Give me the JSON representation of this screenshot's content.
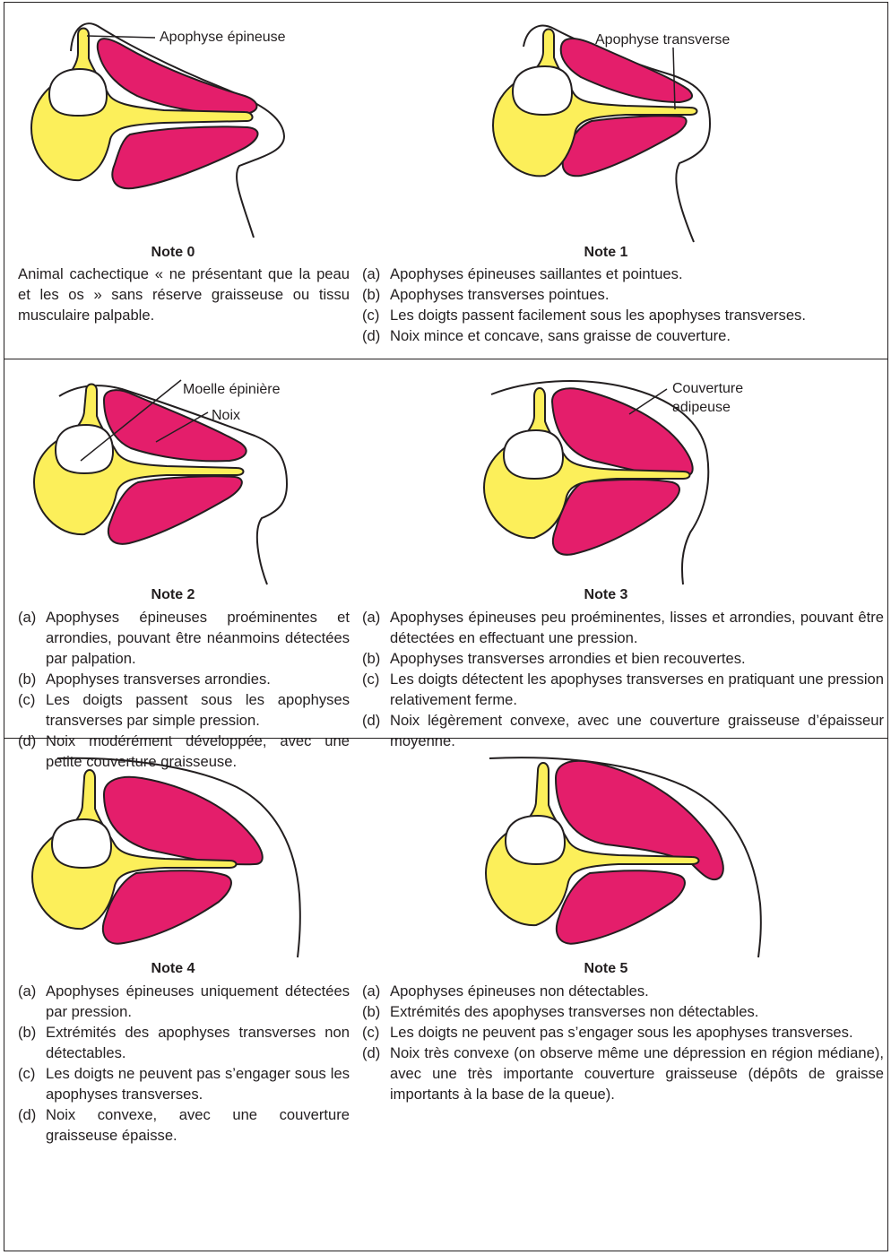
{
  "colors": {
    "bone": "#fcef5a",
    "muscle": "#e41e6b",
    "outline": "#231f20"
  },
  "labels": {
    "spinous": "Apophyse épineuse",
    "transverse": "Apophyse transverse",
    "spinal_cord": "Moelle épinière",
    "loin": "Noix",
    "fat_cover_l1": "Couverture",
    "fat_cover_l2": "adipeuse"
  },
  "notes": [
    {
      "title": "Note 0",
      "text": "Animal cachectique « ne présentant que la peau et les os » sans réserve graisseuse ou tissu musculaire palpable."
    },
    {
      "title": "Note 1",
      "items": [
        {
          "key": "(a)",
          "text": "Apophyses épineuses saillantes et pointues."
        },
        {
          "key": "(b)",
          "text": "Apophyses transverses pointues."
        },
        {
          "key": "(c)",
          "text": "Les doigts passent facilement sous les apophyses transverses."
        },
        {
          "key": "(d)",
          "text": "Noix mince et concave, sans graisse de couverture."
        }
      ]
    },
    {
      "title": "Note 2",
      "items": [
        {
          "key": "(a)",
          "text": "Apophyses épineuses proéminentes et arrondies, pouvant être néanmoins détectées par palpation."
        },
        {
          "key": "(b)",
          "text": "Apophyses transverses arrondies."
        },
        {
          "key": "(c)",
          "text": "Les doigts passent sous les apophyses transverses par simple pression."
        },
        {
          "key": "(d)",
          "text": "Noix modérément développée, avec une petite couverture graisseuse."
        }
      ]
    },
    {
      "title": "Note 3",
      "items": [
        {
          "key": "(a)",
          "text": "Apophyses épineuses peu proéminentes, lisses et arrondies, pouvant être détectées en effectuant une pression."
        },
        {
          "key": "(b)",
          "text": "Apophyses transverses arrondies et bien recouvertes."
        },
        {
          "key": "(c)",
          "text": "Les doigts détectent les apophyses transverses en pratiquant une pression relativement ferme."
        },
        {
          "key": "(d)",
          "text": "Noix légèrement convexe, avec une couverture graisseuse d’épaisseur moyenne."
        }
      ]
    },
    {
      "title": "Note 4",
      "items": [
        {
          "key": "(a)",
          "text": "Apophyses épineuses uniquement détectées par pression."
        },
        {
          "key": "(b)",
          "text": "Extrémités des apophyses transverses non détectables."
        },
        {
          "key": "(c)",
          "text": "Les doigts ne peuvent pas s’engager sous les apophyses transverses."
        },
        {
          "key": "(d)",
          "text": "Noix convexe, avec une couverture graisseuse épaisse."
        }
      ]
    },
    {
      "title": "Note 5",
      "items": [
        {
          "key": "(a)",
          "text": "Apophyses épineuses non détectables."
        },
        {
          "key": "(b)",
          "text": "Extrémités des apophyses transverses non détectables."
        },
        {
          "key": "(c)",
          "text": "Les doigts ne peuvent pas s’engager sous les apophyses transverses."
        },
        {
          "key": "(d)",
          "text": "Noix très convexe (on observe même une dépression en région médiane), avec une très importante couverture graisseuse (dépôts de graisse importants à la base de la queue)."
        }
      ]
    }
  ]
}
